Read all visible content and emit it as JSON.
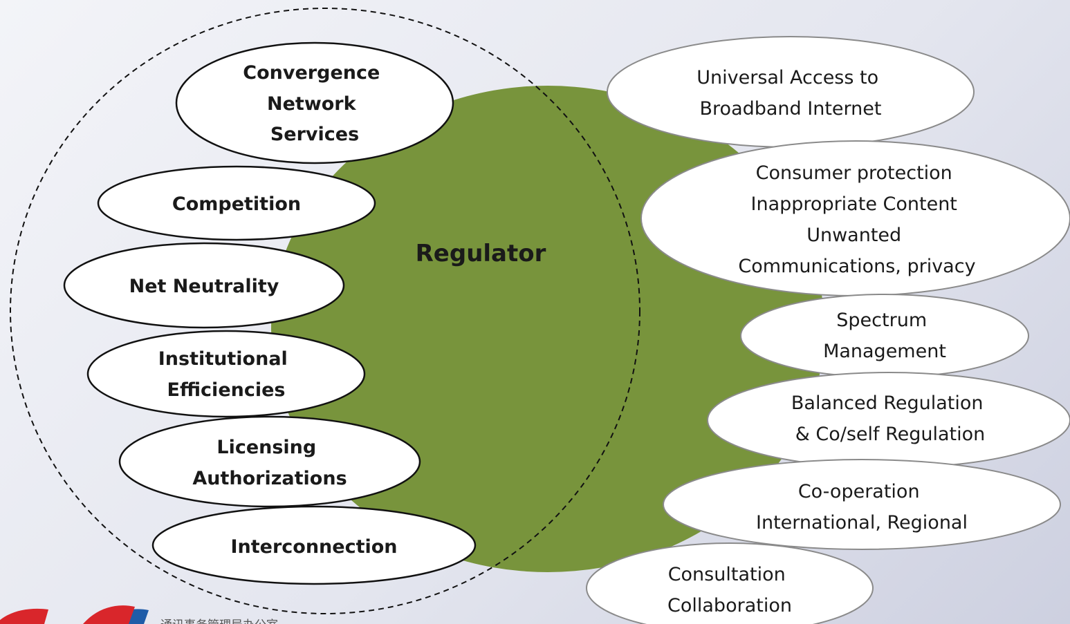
{
  "center": {
    "label": "Regulator"
  },
  "left_items": [
    {
      "id": "convergence",
      "lines": [
        "Convergence",
        "Network",
        "Services"
      ]
    },
    {
      "id": "competition",
      "lines": [
        "Competition"
      ]
    },
    {
      "id": "net-neutrality",
      "lines": [
        "Net Neutrality"
      ]
    },
    {
      "id": "institutional",
      "lines": [
        "Institutional",
        "Efficiencies"
      ]
    },
    {
      "id": "licensing",
      "lines": [
        "Licensing",
        "Authorizations"
      ]
    },
    {
      "id": "interconnection",
      "lines": [
        "Interconnection"
      ]
    }
  ],
  "right_items": [
    {
      "id": "universal-access",
      "lines": [
        "Universal Access to",
        "Broadband Internet"
      ]
    },
    {
      "id": "consumer-protection",
      "lines": [
        "Consumer protection",
        "Inappropriate Content",
        "Unwanted",
        "Communications, privacy"
      ]
    },
    {
      "id": "spectrum",
      "lines": [
        "Spectrum",
        "Management"
      ]
    },
    {
      "id": "balanced-regulation",
      "lines": [
        "Balanced Regulation",
        "& Co/self Regulation"
      ]
    },
    {
      "id": "co-operation",
      "lines": [
        "Co-operation",
        "International, Regional"
      ]
    },
    {
      "id": "consultation",
      "lines": [
        "Consultation",
        "Collaboration"
      ]
    }
  ],
  "logo": {
    "text": "通讯事务管理局办公室"
  },
  "colors": {
    "regulator_fill": "#78943c",
    "bubble_fill": "#ffffff",
    "left_bubble_stroke": "#111111",
    "right_bubble_stroke": "#8a8a8a",
    "logo_red": "#d9262b",
    "logo_blue": "#1f5ca8"
  }
}
